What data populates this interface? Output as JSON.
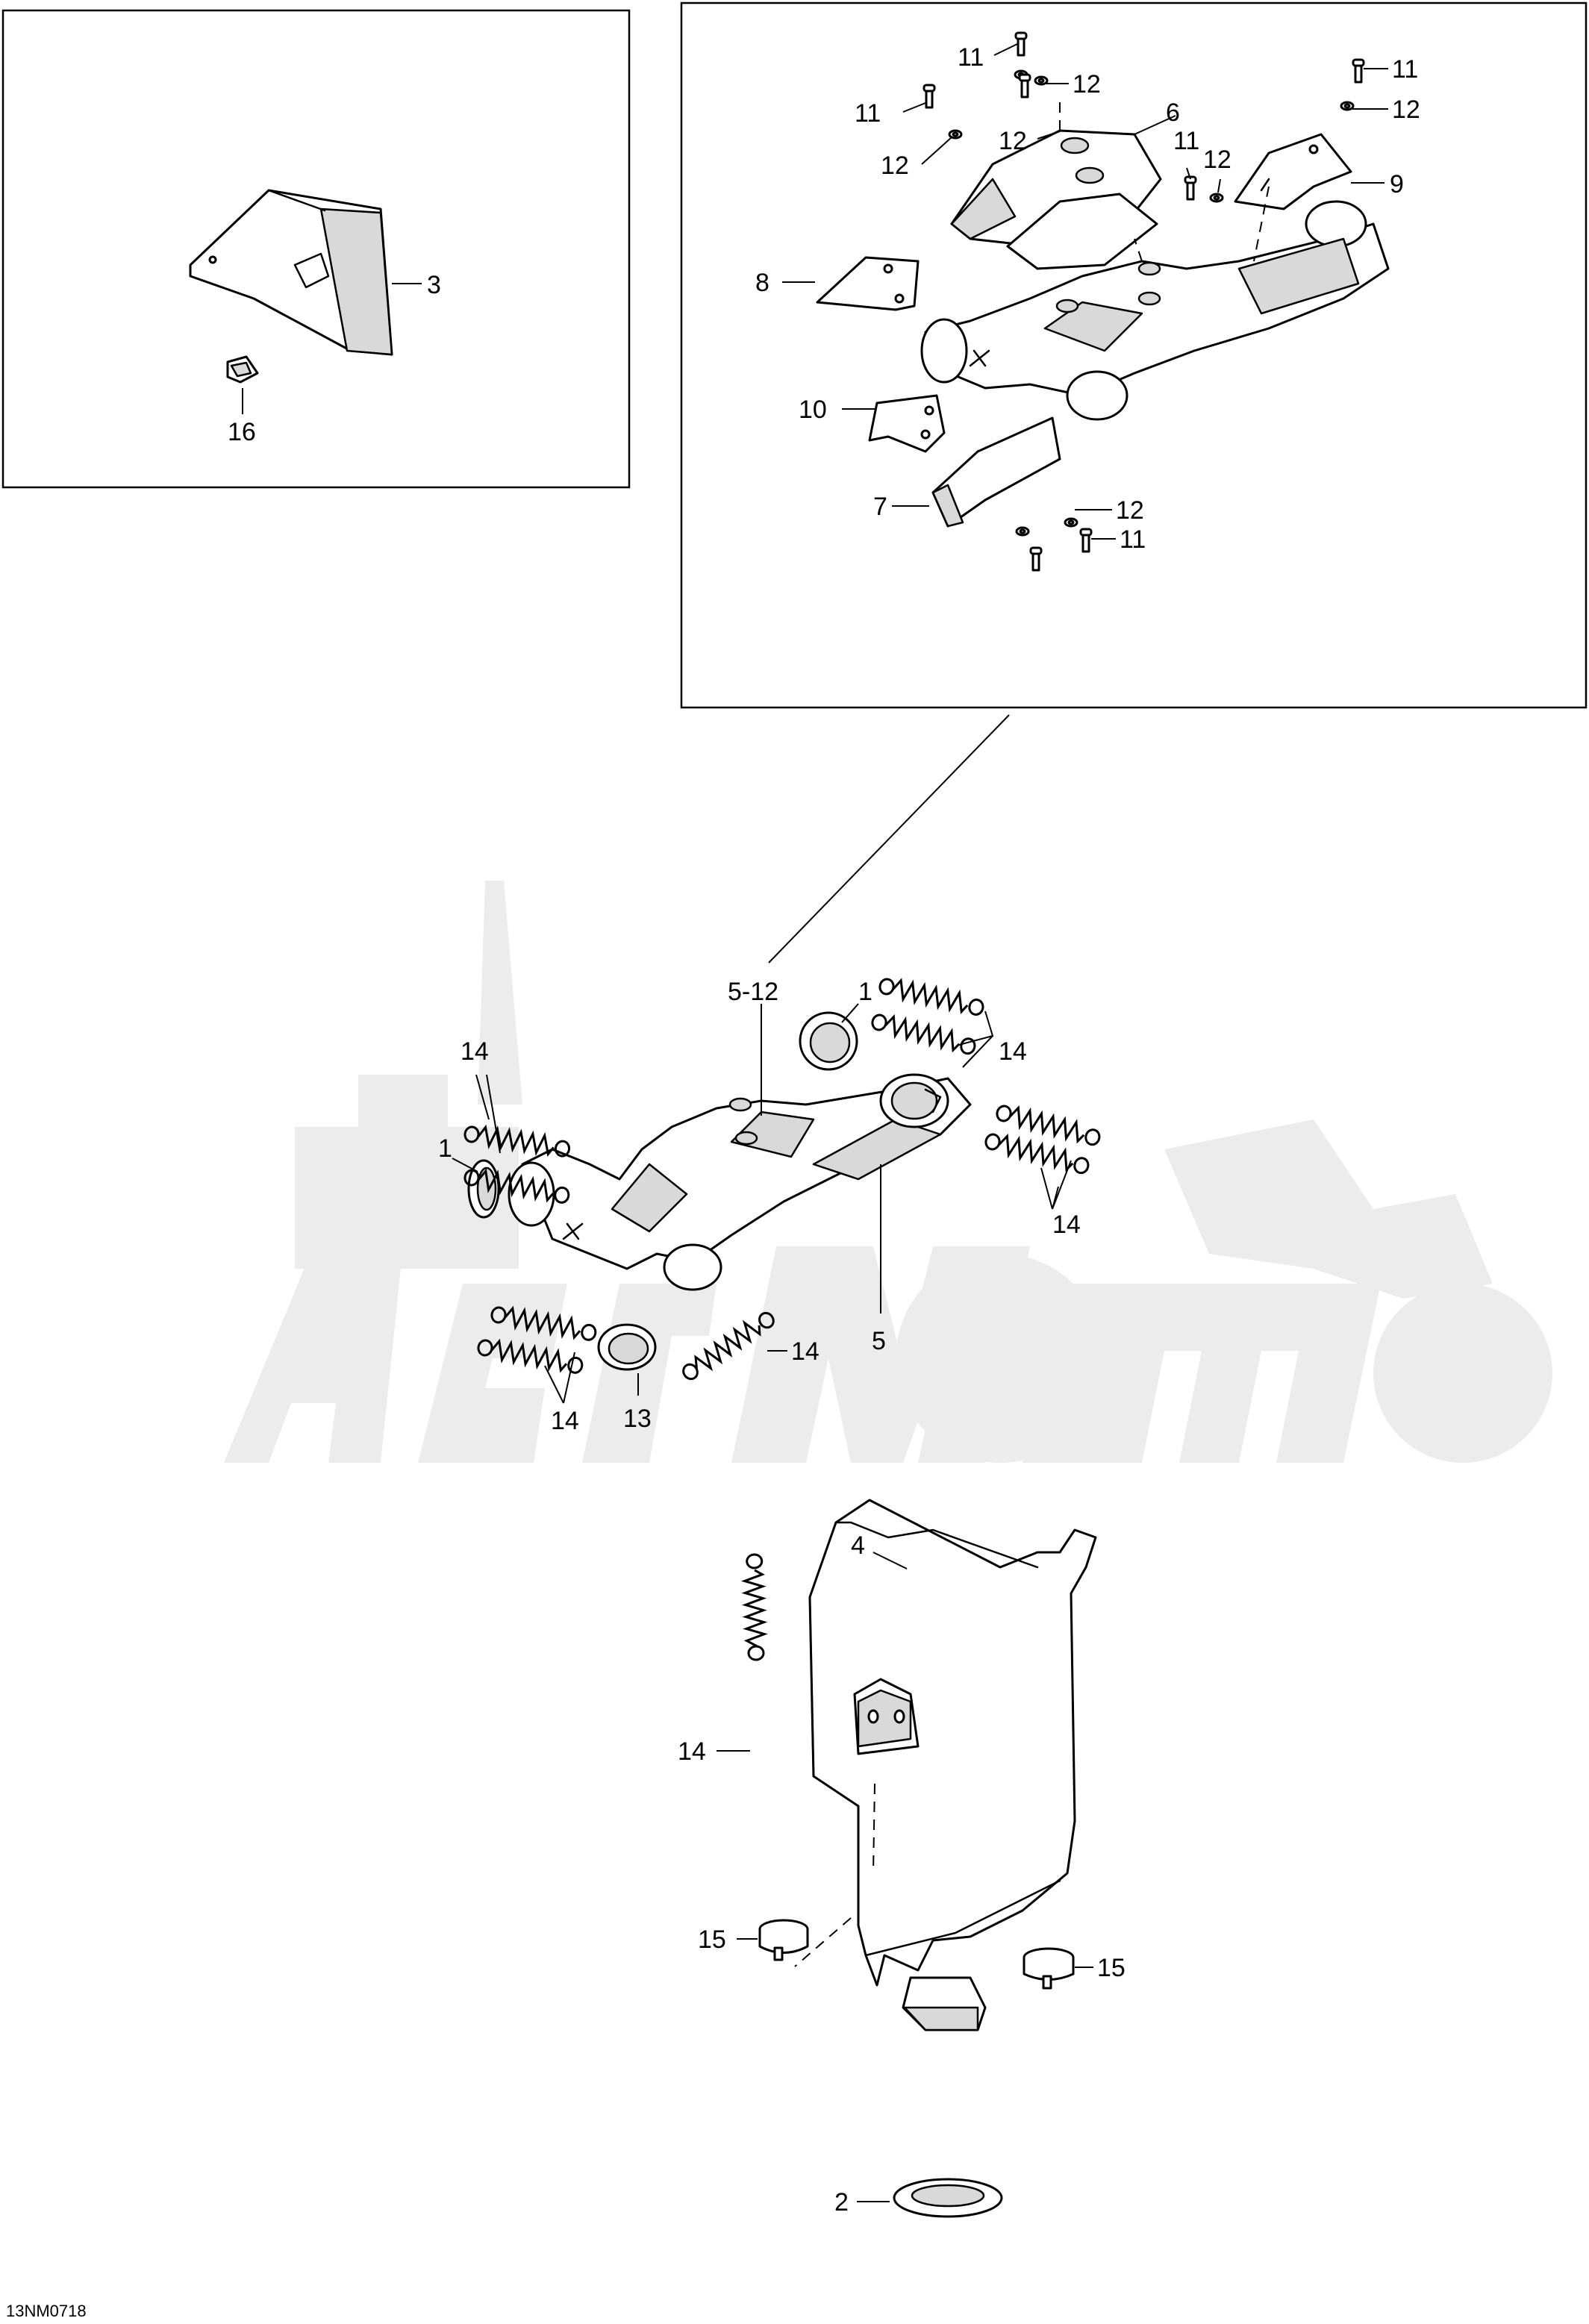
{
  "diagram_code": "13NM0718",
  "callouts": {
    "c3": "3",
    "c16": "16",
    "c11a": "11",
    "c11b": "11",
    "c11c": "11",
    "c11d": "11",
    "c11e": "11",
    "c12a": "12",
    "c12b": "12",
    "c12c": "12",
    "c12d": "12",
    "c12e": "12",
    "c12f": "12",
    "c6": "6",
    "c9": "9",
    "c8": "8",
    "c10": "10",
    "c7": "7",
    "c5_12": "5-12",
    "c1a": "1",
    "c1b": "1",
    "c14a": "14",
    "c14b": "14",
    "c14c": "14",
    "c14d": "14",
    "c14e": "14",
    "c14f": "14",
    "c5": "5",
    "c13": "13",
    "c4": "4",
    "c15a": "15",
    "c15b": "15",
    "c2": "2"
  }
}
